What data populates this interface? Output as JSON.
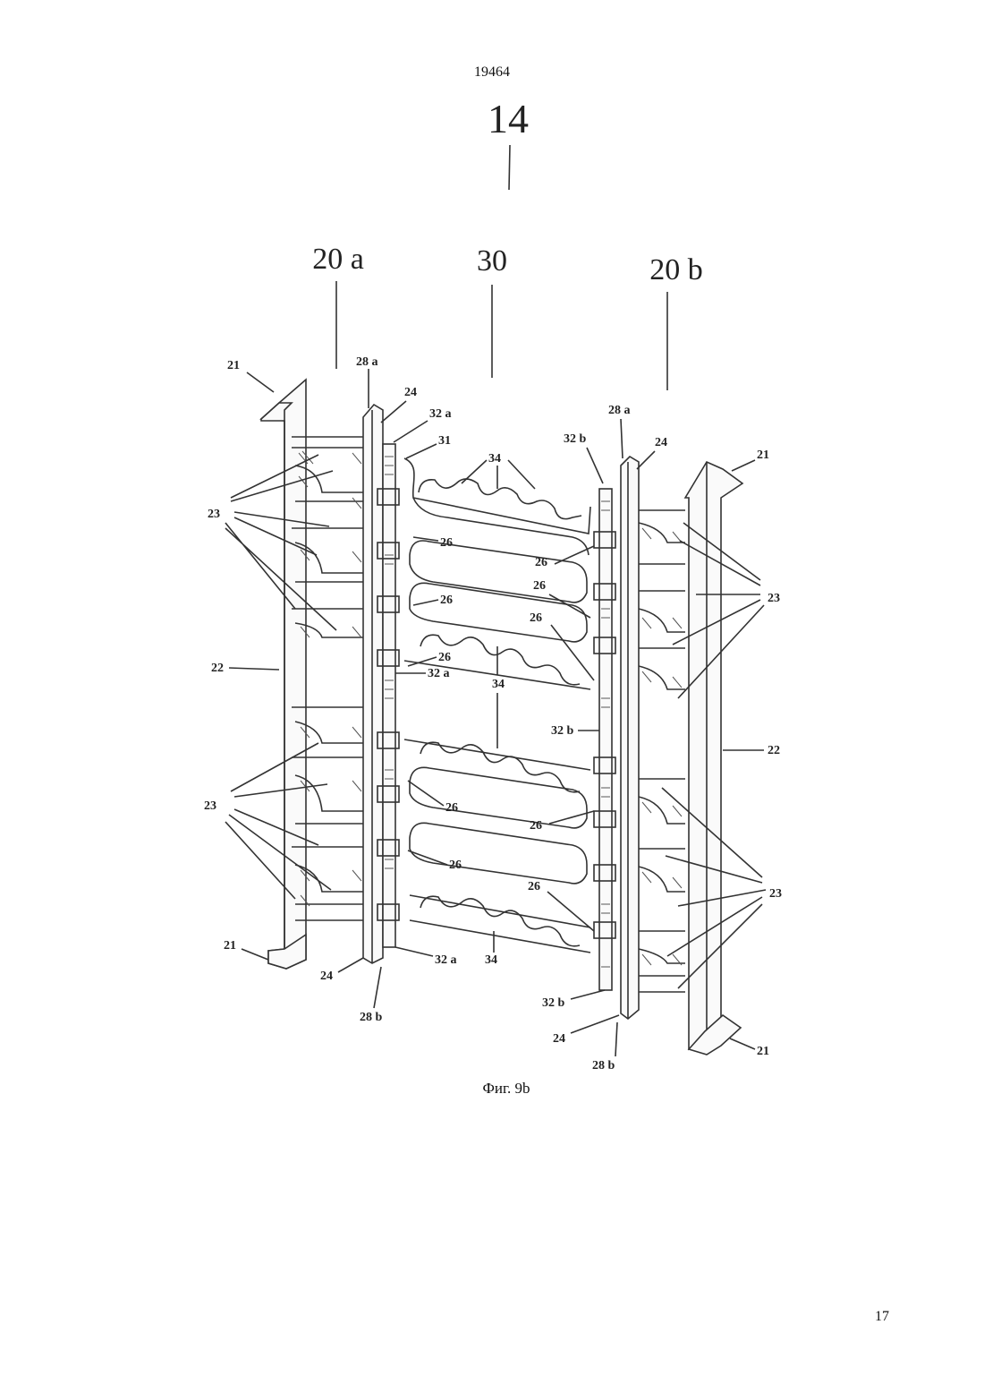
{
  "document": {
    "number": "19464",
    "page_number": "17",
    "figure_caption": "Фиг. 9b"
  },
  "labels": {
    "assembly": "14",
    "panel_left": "20 a",
    "center": "30",
    "panel_right": "20 b",
    "l21": "21",
    "l22": "22",
    "l23": "23",
    "l24": "24",
    "l26": "26",
    "l28a": "28 a",
    "l28b": "28 b",
    "l31": "31",
    "l32a": "32 a",
    "l32b": "32 b",
    "l34": "34"
  }
}
